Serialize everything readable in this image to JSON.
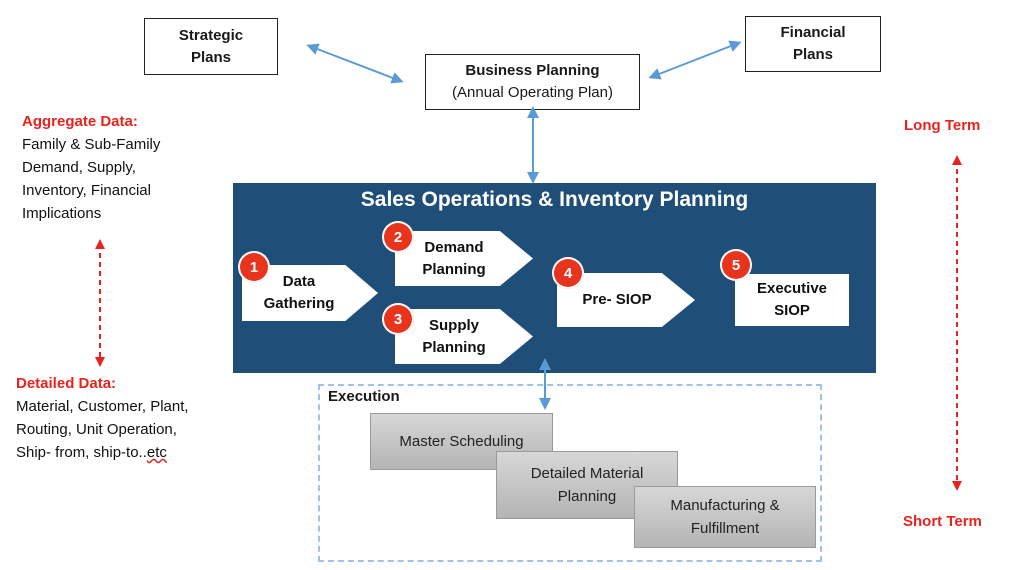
{
  "top": {
    "strategic": [
      "Strategic",
      "Plans"
    ],
    "business": [
      "Business Planning",
      "(Annual Operating Plan)"
    ],
    "financial": [
      "Financial",
      "Plans"
    ]
  },
  "left": {
    "aggregate_title": "Aggregate Data:",
    "aggregate_lines": [
      "Family & Sub-Family",
      "Demand, Supply,",
      "Inventory, Financial",
      "Implications"
    ],
    "detailed_title": "Detailed Data:",
    "detailed_lines": [
      "Material, Customer, Plant,",
      "Routing, Unit Operation,",
      "Ship- from, ship-to..",
      "etc"
    ]
  },
  "right": {
    "long_term": "Long Term",
    "short_term": "Short Term"
  },
  "siop": {
    "title": "Sales Operations & Inventory Planning",
    "steps": [
      {
        "num": "1",
        "lines": [
          "Data",
          "Gathering"
        ]
      },
      {
        "num": "2",
        "lines": [
          "Demand",
          "Planning"
        ]
      },
      {
        "num": "3",
        "lines": [
          "Supply",
          "Planning"
        ]
      },
      {
        "num": "4",
        "lines": [
          "Pre- SIOP"
        ]
      },
      {
        "num": "5",
        "lines": [
          "Executive",
          "SIOP"
        ]
      }
    ]
  },
  "execution": {
    "label": "Execution",
    "steps": [
      [
        "Master Scheduling"
      ],
      [
        "Detailed Material",
        "Planning"
      ],
      [
        "Manufacturing &",
        "Fulfillment"
      ]
    ]
  },
  "colors": {
    "accent_red": "#e8231d",
    "siop_blue": "#1f4e79",
    "arrow_blue": "#5b9bd5",
    "dash_blue": "#9dc3e6"
  }
}
